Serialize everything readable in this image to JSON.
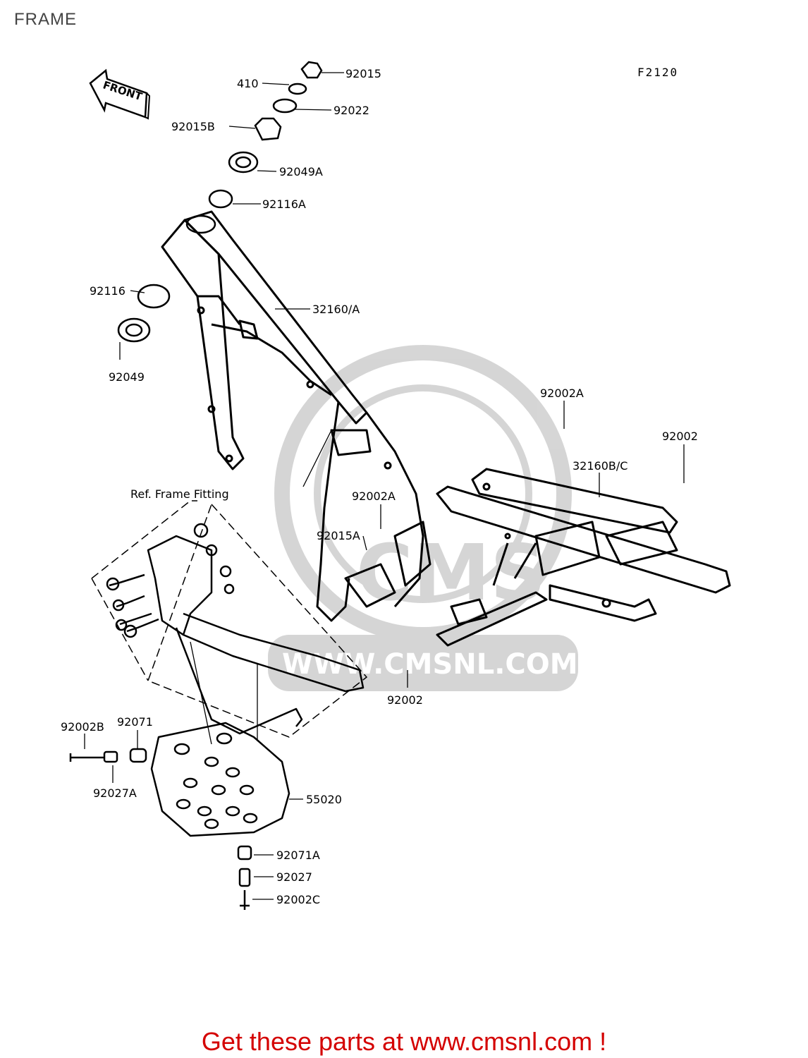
{
  "page": {
    "title": "FRAME",
    "ref_code": "F2120",
    "front_label": "FRONT"
  },
  "ref_frame_fitting": "Ref. Frame Fitting",
  "labels": {
    "p92015": "92015",
    "p410": "410",
    "p92022": "92022",
    "p92015B": "92015B",
    "p92049A": "92049A",
    "p92116A": "92116A",
    "p92116": "92116",
    "p32160A": "32160/A",
    "p92049": "92049",
    "p92002A_top": "92002A",
    "p92002_right": "92002",
    "p32160BC": "32160B/C",
    "p92002A_mid": "92002A",
    "p92015A": "92015A",
    "p92002_bottom": "92002",
    "p92002B": "92002B",
    "p92071": "92071",
    "p92027A": "92027A",
    "p55020": "55020",
    "p92071A": "92071A",
    "p92027": "92027",
    "p92002C": "92002C"
  },
  "watermark": {
    "text": "WWW.CMSNL.COM",
    "logo": "CMS"
  },
  "footer": {
    "text": "Get these parts at www.cmsnl.com !",
    "color": "#d40000"
  }
}
